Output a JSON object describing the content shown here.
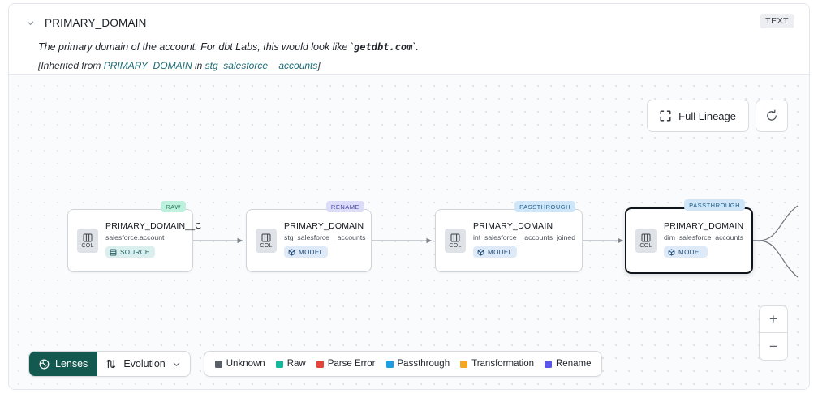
{
  "header": {
    "collapse_icon": "chevron-down-icon",
    "title": "PRIMARY_DOMAIN",
    "type_badge": "TEXT",
    "description_pre": "The primary domain of the account. For dbt Labs, this would look like `",
    "description_code": "getdbt.com",
    "description_post": "`.",
    "inherited_prefix": "[Inherited from ",
    "inherited_column": "PRIMARY_DOMAIN",
    "inherited_middle": " in ",
    "inherited_model": "stg_salesforce__accounts",
    "inherited_suffix": "]"
  },
  "toolbar": {
    "full_lineage_label": "Full Lineage",
    "full_lineage_icon": "expand-icon",
    "refresh_icon": "refresh-icon"
  },
  "zoom_controls": {
    "zoom_in": "+",
    "zoom_out": "−"
  },
  "lineage": {
    "nodes": [
      {
        "lens_badge": "RAW",
        "lens_class": "lb-raw",
        "chip_label": "COL",
        "title": "PRIMARY_DOMAIN__C",
        "subtitle": "salesforce.account",
        "type_label": "SOURCE",
        "type_icon": "database-icon",
        "type_class": "tb-source",
        "selected": false
      },
      {
        "lens_badge": "RENAME",
        "lens_class": "lb-ren",
        "chip_label": "COL",
        "title": "PRIMARY_DOMAIN",
        "subtitle": "stg_salesforce__accounts",
        "type_label": "MODEL",
        "type_icon": "cube-icon",
        "type_class": "tb-model",
        "selected": false
      },
      {
        "lens_badge": "PASSTHROUGH",
        "lens_class": "lb-pass",
        "chip_label": "COL",
        "title": "PRIMARY_DOMAIN",
        "subtitle": "int_salesforce__accounts_joined",
        "type_label": "MODEL",
        "type_icon": "cube-icon",
        "type_class": "tb-model",
        "selected": false
      },
      {
        "lens_badge": "PASSTHROUGH",
        "lens_class": "lb-pass",
        "chip_label": "COL",
        "title": "PRIMARY_DOMAIN",
        "subtitle": "dim_salesforce_accounts",
        "type_label": "MODEL",
        "type_icon": "cube-icon",
        "type_class": "tb-model",
        "selected": true
      }
    ]
  },
  "bottom_bar": {
    "lenses_label": "Lenses",
    "lenses_icon": "lens-icon",
    "evolution_label": "Evolution",
    "evolution_icon": "evolution-icon",
    "evolution_caret": "chevron-down-icon",
    "legend": [
      {
        "label": "Unknown",
        "color": "#5a6067"
      },
      {
        "label": "Raw",
        "color": "#14b79a"
      },
      {
        "label": "Parse Error",
        "color": "#e2433b"
      },
      {
        "label": "Passthrough",
        "color": "#1a9fe0"
      },
      {
        "label": "Transformation",
        "color": "#f5a623"
      },
      {
        "label": "Rename",
        "color": "#5b56e8"
      }
    ]
  }
}
